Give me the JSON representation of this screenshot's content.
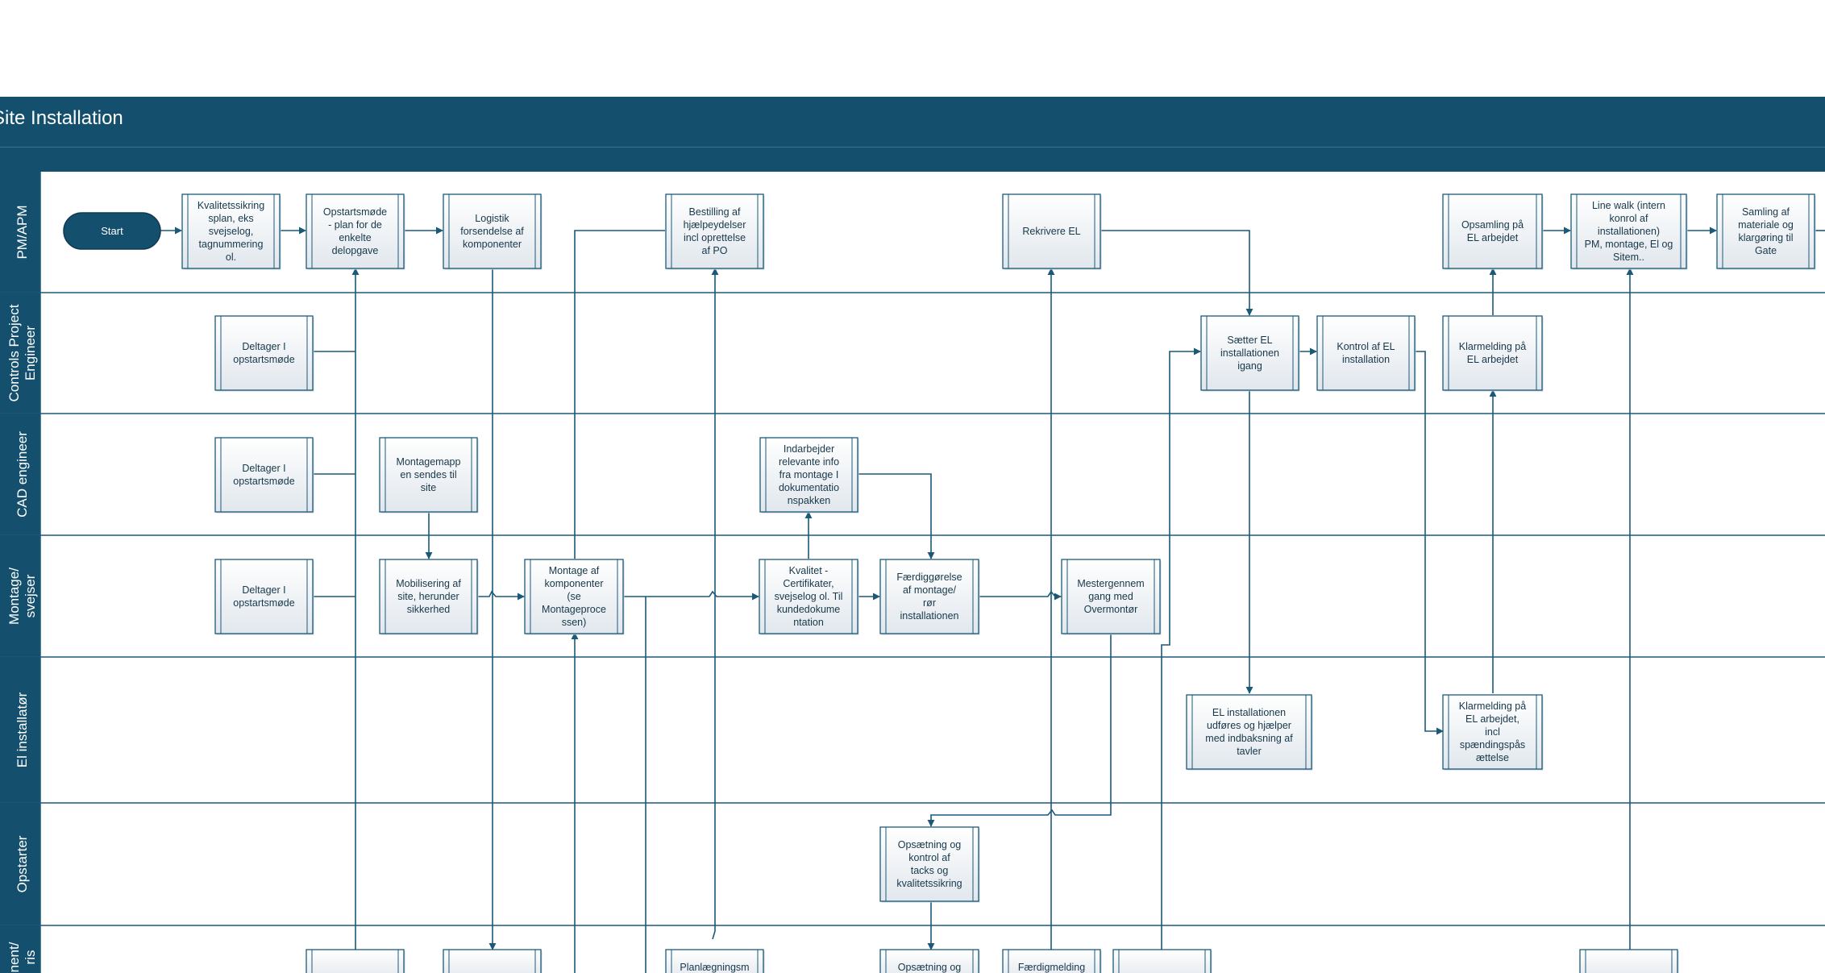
{
  "title": "Site Installation",
  "colors": {
    "header": "#144f6d",
    "line": "#1a5a78",
    "box_fill_top": "#ffffff",
    "box_fill_bottom": "#e3e8ee"
  },
  "lanes": [
    {
      "id": "pm",
      "label": [
        "PM/APM"
      ]
    },
    {
      "id": "cpe",
      "label": [
        "Controls Project",
        "Engineer"
      ]
    },
    {
      "id": "cad",
      "label": [
        "CAD engineer"
      ]
    },
    {
      "id": "mon",
      "label": [
        "Montage/",
        "svejser"
      ]
    },
    {
      "id": "el",
      "label": [
        "El installatør"
      ]
    },
    {
      "id": "ops",
      "label": [
        "Opstarter"
      ]
    },
    {
      "id": "bottom",
      "label": [
        "nent/",
        "ris"
      ]
    }
  ],
  "start": {
    "label": "Start"
  },
  "boxes": [
    {
      "id": "b1",
      "lines": [
        "Kvalitetssikring",
        "splan, eks",
        "svejselog,",
        "tagnummering",
        "ol."
      ]
    },
    {
      "id": "b2",
      "lines": [
        "Opstartsmøde",
        "- plan for de",
        "enkelte",
        "delopgave"
      ]
    },
    {
      "id": "b3",
      "lines": [
        "Logistik",
        "forsendelse af",
        "komponenter"
      ]
    },
    {
      "id": "b4",
      "lines": [
        "Bestilling af",
        "hjælpeydelser",
        "incl oprettelse",
        "af PO"
      ]
    },
    {
      "id": "b5",
      "lines": [
        "Rekrivere EL"
      ]
    },
    {
      "id": "b6",
      "lines": [
        "Opsamling på",
        "EL arbejdet"
      ]
    },
    {
      "id": "b7",
      "lines": [
        "Line walk (intern",
        "konrol af",
        "installationen)",
        "PM, montage, El og",
        "Sitem.."
      ]
    },
    {
      "id": "b8",
      "lines": [
        "Samling af",
        "materiale og",
        "klargøring til",
        "Gate"
      ]
    },
    {
      "id": "c1",
      "lines": [
        "Deltager I",
        "opstartsmøde"
      ]
    },
    {
      "id": "c2",
      "lines": [
        "Sætter EL",
        "installationen",
        "igang"
      ]
    },
    {
      "id": "c3",
      "lines": [
        "Kontrol af EL",
        "installation"
      ]
    },
    {
      "id": "c4",
      "lines": [
        "Klarmelding på",
        "EL arbejdet"
      ]
    },
    {
      "id": "d1",
      "lines": [
        "Deltager I",
        "opstartsmøde"
      ]
    },
    {
      "id": "d2",
      "lines": [
        "Montagemapp",
        "en sendes til",
        "site"
      ]
    },
    {
      "id": "d3",
      "lines": [
        "Indarbejder",
        "relevante info",
        "fra montage I",
        "dokumentatio",
        "nspakken"
      ]
    },
    {
      "id": "m1",
      "lines": [
        "Deltager I",
        "opstartsmøde"
      ]
    },
    {
      "id": "m2",
      "lines": [
        "Mobilisering af",
        "site, herunder",
        "sikkerhed"
      ]
    },
    {
      "id": "m3",
      "lines": [
        "Montage af",
        "komponenter",
        "(se",
        "Montageproce",
        "ssen)"
      ]
    },
    {
      "id": "m4",
      "lines": [
        "Kvalitet -",
        "Certifikater,",
        "svejselog ol. Til",
        "kundedokume",
        "ntation"
      ]
    },
    {
      "id": "m5",
      "lines": [
        "Færdiggørelse",
        "af montage/",
        "rør",
        "installationen"
      ]
    },
    {
      "id": "m6",
      "lines": [
        "Mestergennem",
        "gang med",
        "Overmontør"
      ]
    },
    {
      "id": "e1",
      "lines": [
        "EL installationen",
        "udføres og hjælper",
        "med indbaksning af",
        "tavler"
      ]
    },
    {
      "id": "e2",
      "lines": [
        "Klarmelding på",
        "EL arbejdet,",
        "incl",
        "spændingspås",
        "ættelse"
      ]
    },
    {
      "id": "o1",
      "lines": [
        "Opsætning og",
        "kontrol af",
        "tacks og",
        "kvalitetssikring"
      ]
    },
    {
      "id": "x1",
      "lines": []
    },
    {
      "id": "x2",
      "lines": []
    },
    {
      "id": "x3",
      "lines": [
        "Planlægningsm"
      ]
    },
    {
      "id": "x4",
      "lines": [
        "Opsætning og"
      ]
    },
    {
      "id": "x5",
      "lines": [
        "Færdigmelding"
      ]
    },
    {
      "id": "x6",
      "lines": []
    },
    {
      "id": "x7",
      "lines": []
    }
  ]
}
